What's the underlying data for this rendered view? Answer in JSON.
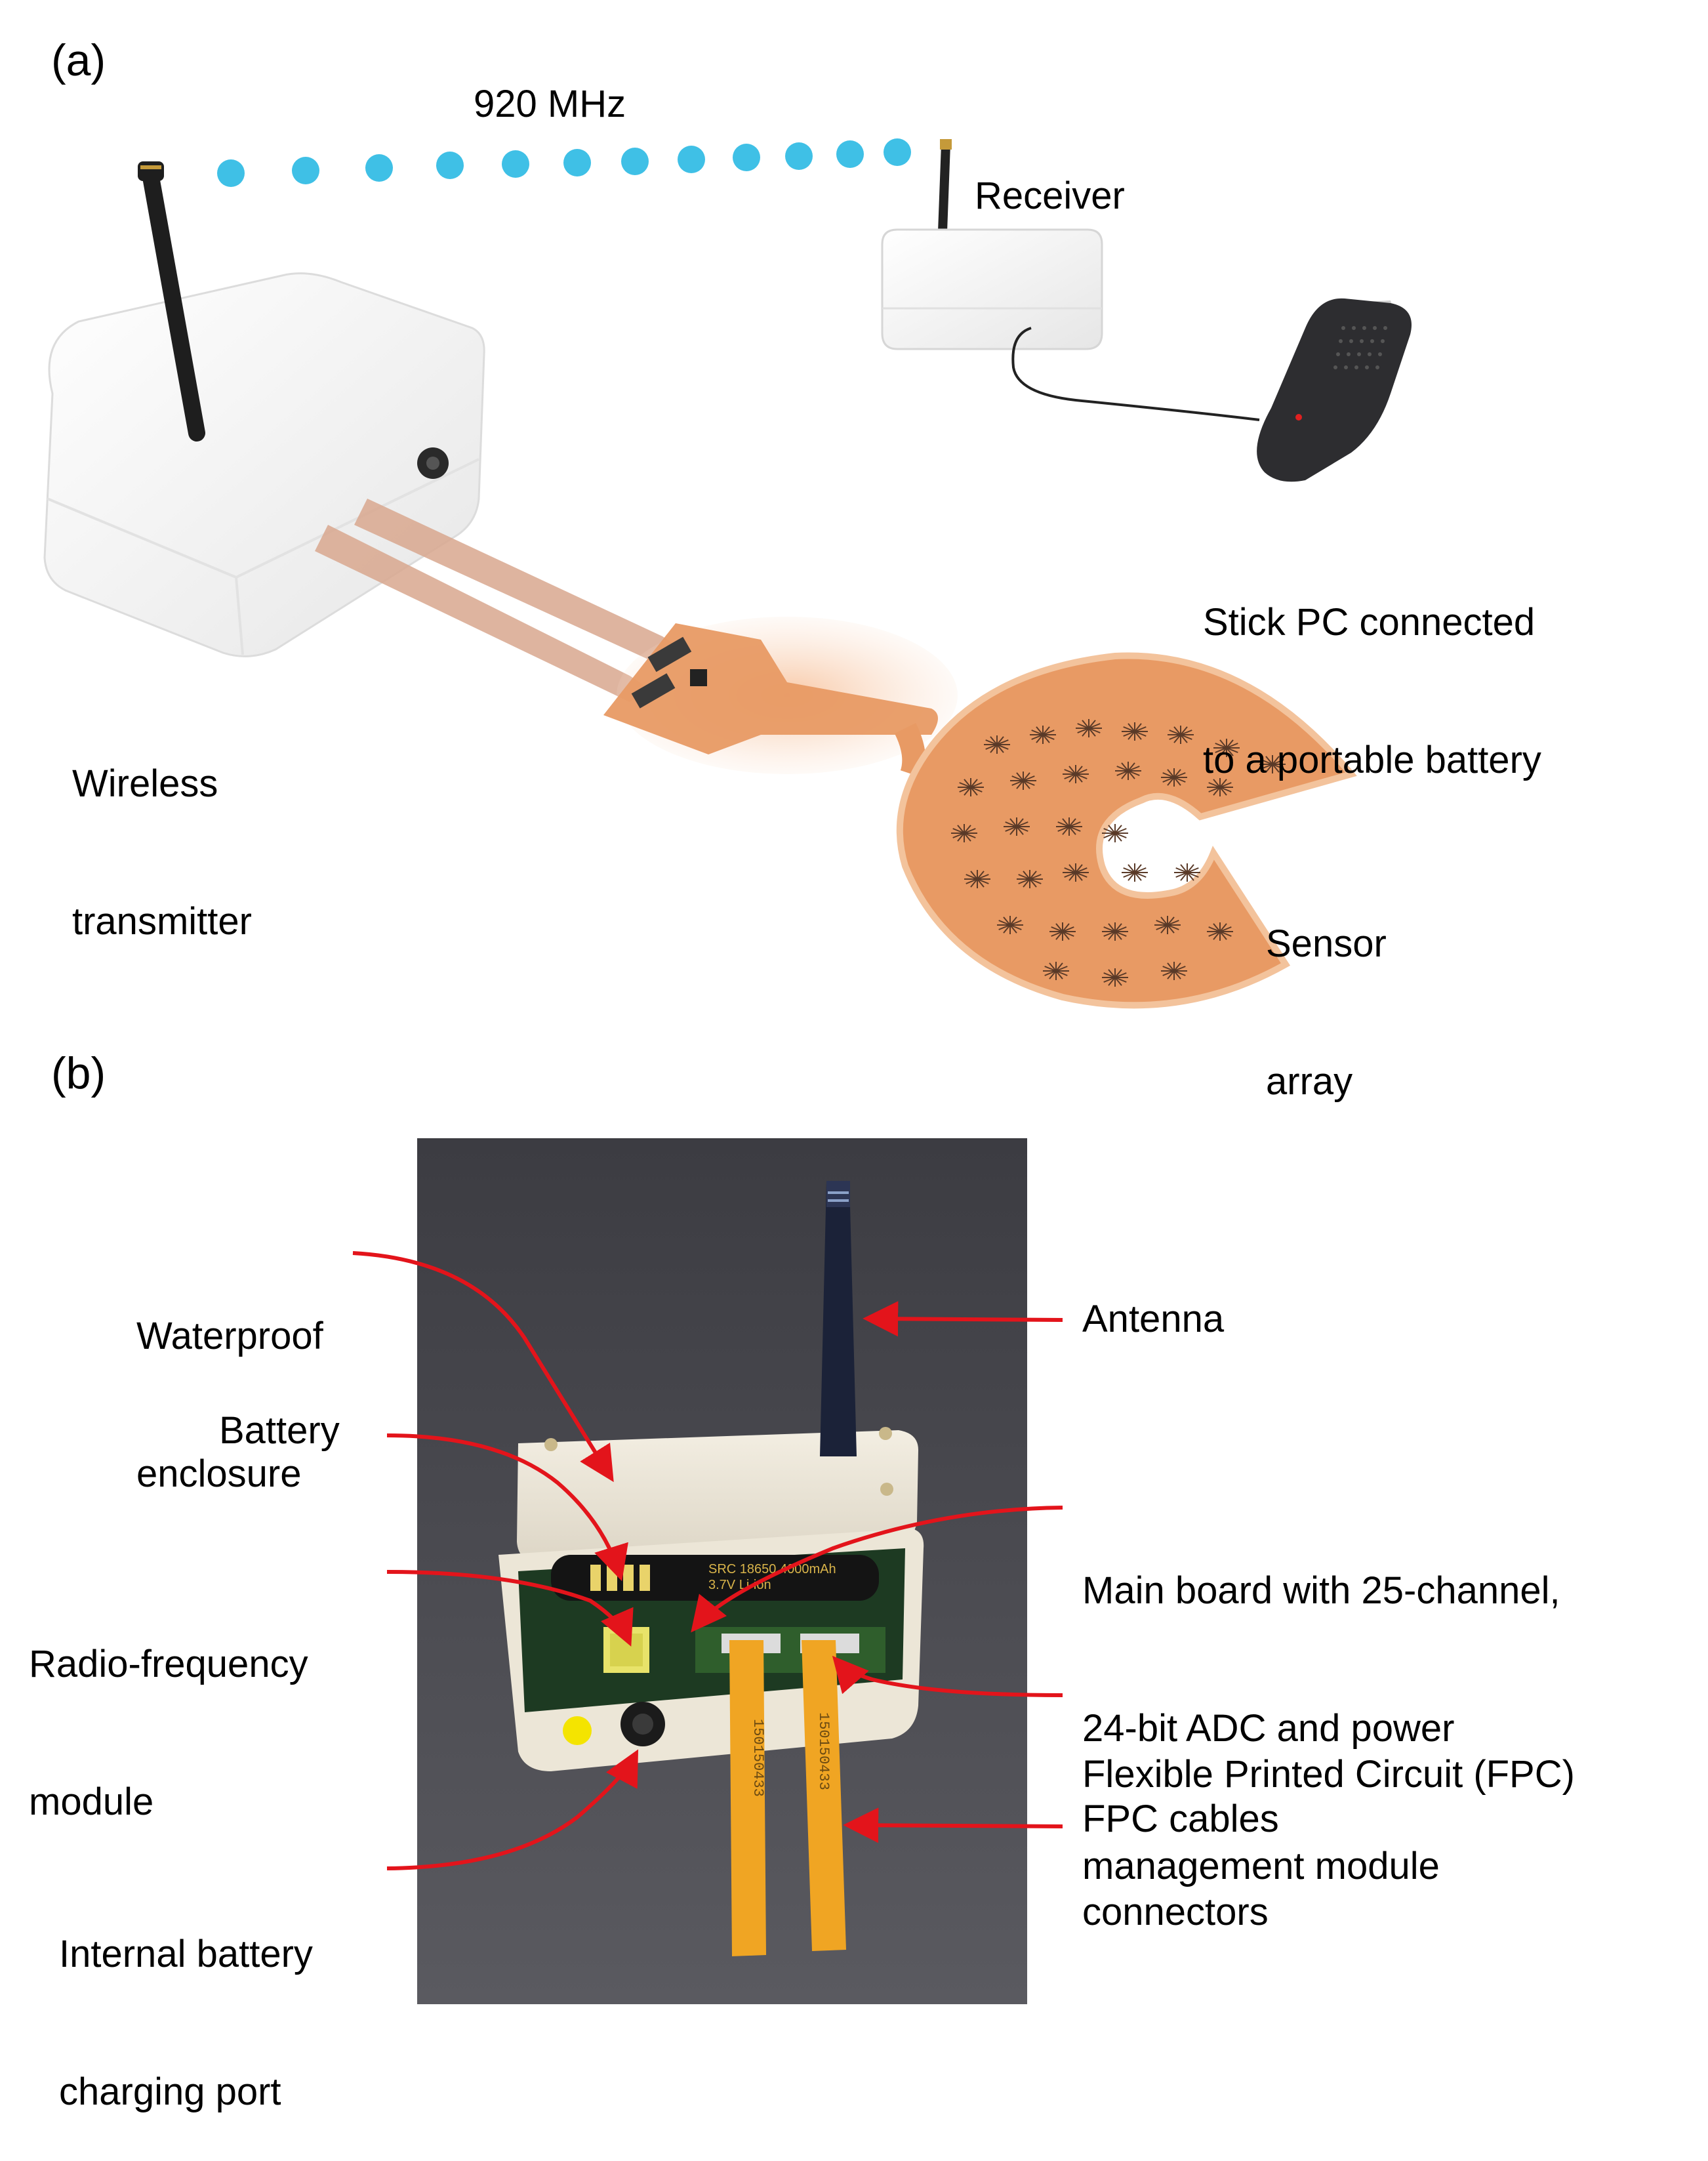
{
  "panel_a": {
    "letter": "(a)",
    "frequency": "920 MHz",
    "receiver": "Receiver",
    "stick_pc": [
      "Stick PC connected",
      "to a portable battery"
    ],
    "transmitter": [
      "Wireless",
      "transmitter"
    ],
    "sensor": [
      "Sensor",
      "array"
    ]
  },
  "panel_b": {
    "letter": "(b)",
    "waterproof": [
      "Waterproof",
      "enclosure"
    ],
    "battery": "Battery",
    "rf_module": [
      "Radio-frequency",
      "module"
    ],
    "charging_port": [
      "Internal battery",
      "charging port"
    ],
    "antenna": "Antenna",
    "main_board": [
      "Main board with 25-channel,",
      "24-bit ADC and power",
      "management module"
    ],
    "fpc_connectors": [
      "Flexible Printed Circuit (FPC)",
      "connectors"
    ],
    "fpc_cables": "FPC cables",
    "battery_print": [
      "SRC 18650 4000mAh",
      "3.7V Li-ion"
    ],
    "cable_code": "150150433"
  },
  "colors": {
    "wave_dots": "#3fc0e6",
    "arrows": "#e3141b",
    "flex_copper": "#e07a3c",
    "photo_bg": "#4a4a50"
  }
}
